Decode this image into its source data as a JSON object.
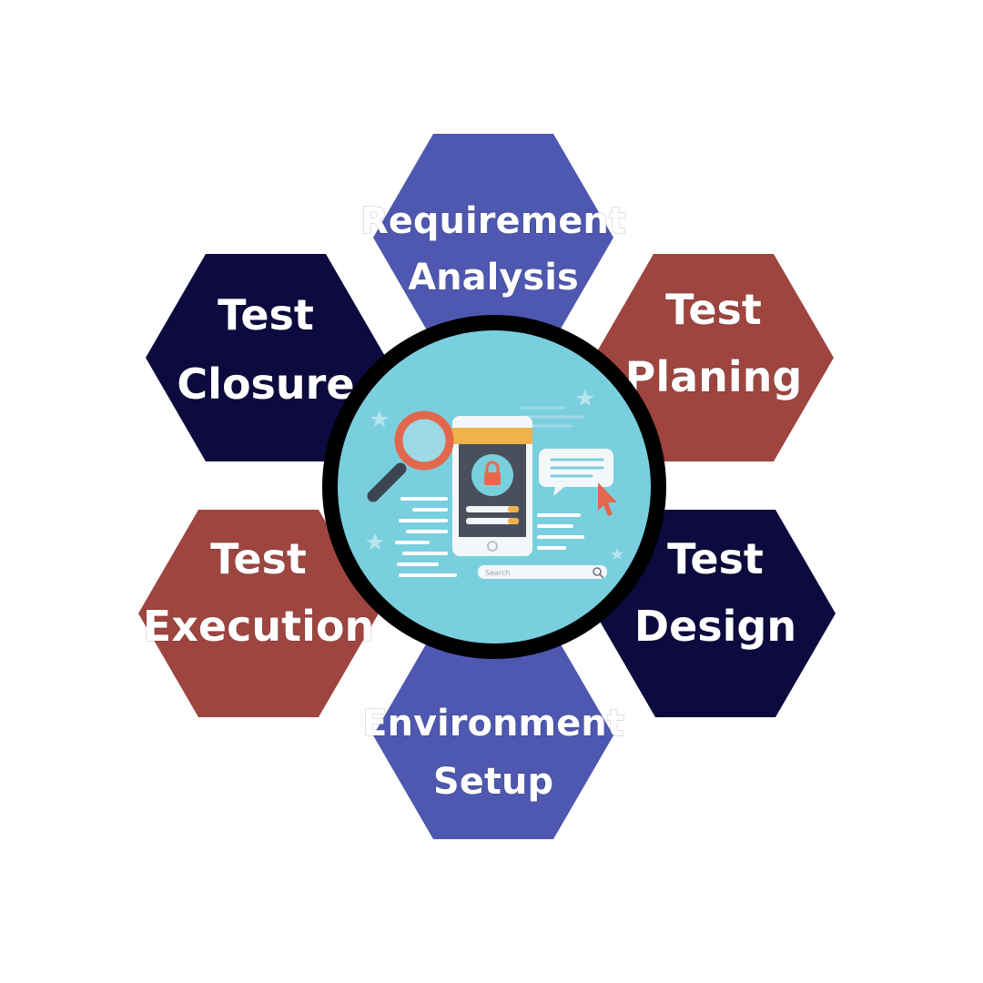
{
  "stages": [
    {
      "id": "requirement-analysis",
      "lines": [
        "Requirement",
        "Analysis"
      ],
      "color": "#4e58b0"
    },
    {
      "id": "test-planing",
      "lines": [
        "Test",
        "Planing"
      ],
      "color": "#9e4540",
      "border": "#8a8a2a"
    },
    {
      "id": "test-design",
      "lines": [
        "Test",
        "Design"
      ],
      "color": "#0c0a3e"
    },
    {
      "id": "environment-setup",
      "lines": [
        "Environment",
        "Setup"
      ],
      "color": "#4e58b0"
    },
    {
      "id": "test-execution",
      "lines": [
        "Test",
        "Execution"
      ],
      "color": "#9e4540"
    },
    {
      "id": "test-closure",
      "lines": [
        "Test",
        "Closure"
      ],
      "color": "#0c0a3e"
    }
  ],
  "center": {
    "search_placeholder": "Search",
    "ring_color": "#000000",
    "fill_color": "#79cfde",
    "icons": [
      "magnifier-icon",
      "phone-icon",
      "lock-icon",
      "chat-bubble-icon",
      "cursor-icon",
      "star-icon"
    ]
  }
}
